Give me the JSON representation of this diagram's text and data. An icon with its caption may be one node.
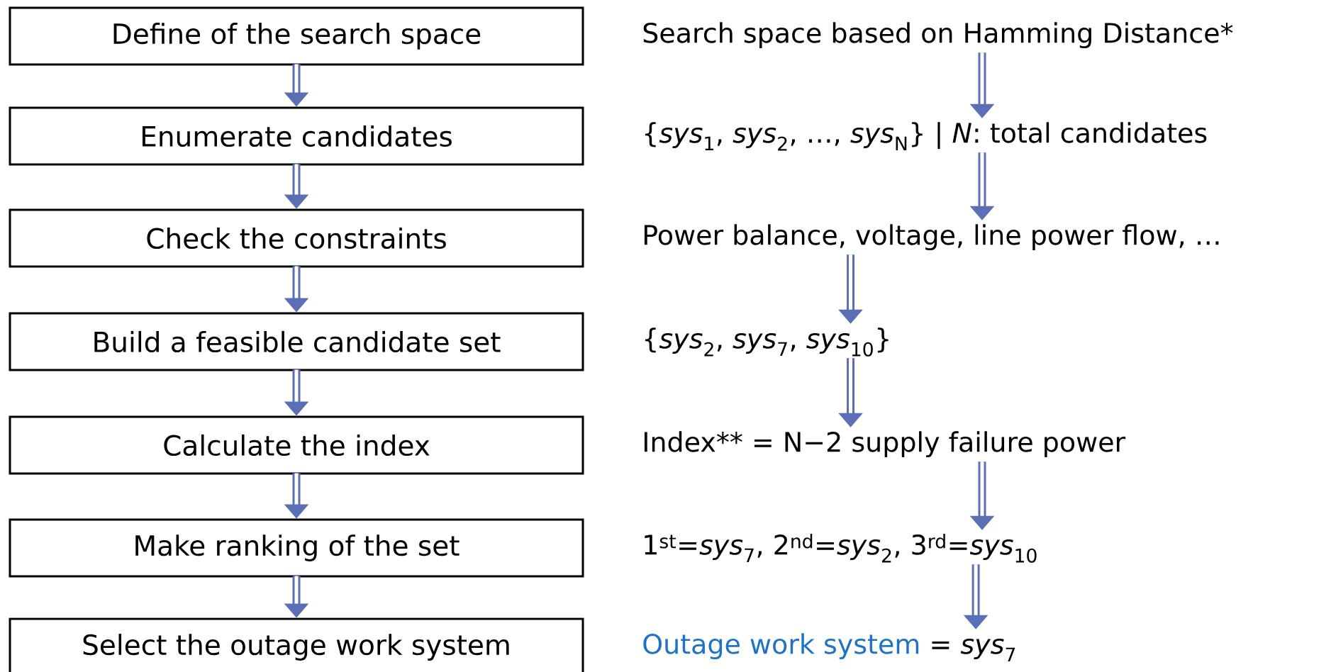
{
  "diagram": {
    "nodes": [
      {
        "text": [
          "Define of the search space"
        ]
      },
      {
        "text": [
          "Enumerate candidates"
        ]
      },
      {
        "text": [
          "Check the constraints"
        ]
      },
      {
        "text": [
          "Build a feasible candidate set"
        ]
      },
      {
        "text": [
          "Calculate the index"
        ]
      },
      {
        "text": [
          "Make ranking of the set"
        ]
      },
      {
        "text": [
          "Select the outage work system"
        ]
      },
      {
        "text": [
          "Search space based on Hamming Distance*"
        ]
      },
      {
        "text": [
          "{*sys*$_{1}$, *sys*$_{2}$, …, *sys*$_{N}$} | *N*: total candidates"
        ]
      },
      {
        "text": [
          "Power balance, voltage, line power flow, …"
        ]
      },
      {
        "text": [
          "{*sys*$_{2}$, *sys*$_{7}$, *sys*$_{10}$}"
        ]
      },
      {
        "text": [
          "Index** = N−2 supply failure power"
        ]
      },
      {
        "text": [
          "1$^{st}$=*sys*$_{7}$, 2$^{nd}$=*sys*$_{2}$, 3$^{rd}$=*sys*$_{10}$"
        ]
      },
      {
        "text": [
          "Outage work system",
          "= *sys*$_{7}$"
        ]
      }
    ],
    "edges": [
      {
        "from": 0,
        "to": 1,
        "arrow": "to"
      },
      {
        "from": 1,
        "to": 2,
        "arrow": "to"
      },
      {
        "from": 2,
        "to": 3,
        "arrow": "to"
      },
      {
        "from": 3,
        "to": 4,
        "arrow": "to"
      },
      {
        "from": 4,
        "to": 5,
        "arrow": "to"
      },
      {
        "from": 5,
        "to": 6,
        "arrow": "to"
      },
      {
        "from": 7,
        "to": 8,
        "arrow": "to"
      },
      {
        "from": 8,
        "to": 9,
        "arrow": "to"
      },
      {
        "from": 9,
        "to": 10,
        "arrow": "to"
      },
      {
        "from": 10,
        "to": 11,
        "arrow": "to"
      },
      {
        "from": 11,
        "to": 12,
        "arrow": "to"
      },
      {
        "from": 12,
        "to": 13,
        "arrow": "to"
      }
    ]
  }
}
